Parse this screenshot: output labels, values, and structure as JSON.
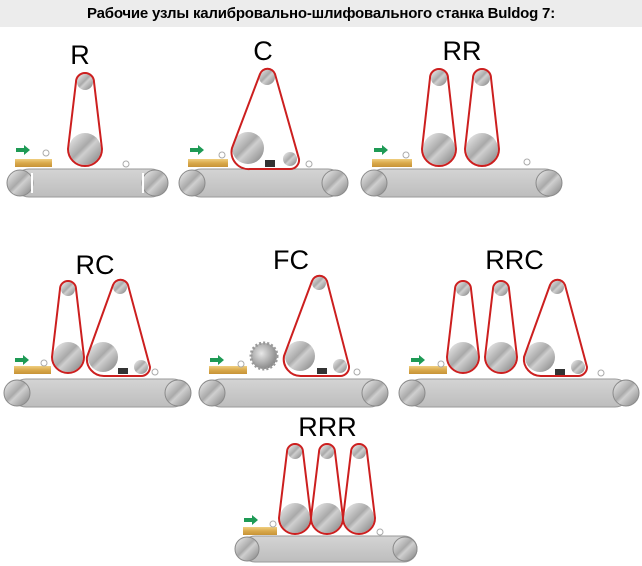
{
  "title": "Рабочие узлы калибровально-шлифовального станка Buldog 7:",
  "colors": {
    "belt": "#cc1f1f",
    "conveyor": "#c8c8c8",
    "workpiece": "#e0b45a",
    "arrow": "#1e9a55",
    "background_bar": "#ececec"
  },
  "units": [
    {
      "id": "R",
      "label": "R",
      "components": [
        "contact-roller"
      ]
    },
    {
      "id": "C",
      "label": "C",
      "components": [
        "combined-unit"
      ]
    },
    {
      "id": "RR",
      "label": "RR",
      "components": [
        "contact-roller",
        "contact-roller"
      ]
    },
    {
      "id": "RC",
      "label": "RC",
      "components": [
        "contact-roller",
        "combined-unit"
      ]
    },
    {
      "id": "FC",
      "label": "FC",
      "components": [
        "planing-cutter",
        "combined-unit"
      ]
    },
    {
      "id": "RRC",
      "label": "RRC",
      "components": [
        "contact-roller",
        "contact-roller",
        "combined-unit"
      ]
    },
    {
      "id": "RRR",
      "label": "RRR",
      "components": [
        "contact-roller",
        "contact-roller",
        "contact-roller"
      ]
    }
  ],
  "icons": {
    "feed_direction": "arrow-right-icon"
  }
}
